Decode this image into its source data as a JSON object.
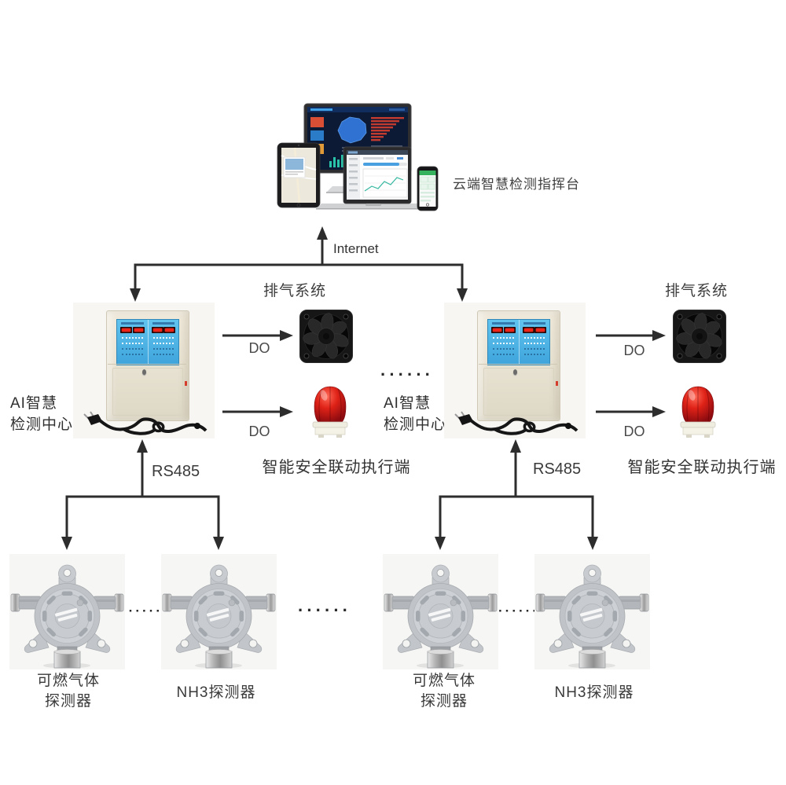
{
  "cloud_platform": {
    "label": "云端智慧检测指挥台"
  },
  "network": {
    "label": "Internet"
  },
  "ellipsis": {
    "top": "······",
    "bottom_left": "······",
    "bottom_middle": "······"
  },
  "left_station": {
    "controller_label": {
      "line1": "AI智慧",
      "line2": "检测中心"
    },
    "exhaust": {
      "system_label": "排气系统",
      "do_label": "DO"
    },
    "beacon": {
      "do_label": "DO"
    },
    "actuator_label": "智能安全联动执行端",
    "bus_label": "RS485",
    "detector_combustible": {
      "line1": "可燃气体",
      "line2": "探测器"
    },
    "detector_nh3": {
      "label": "NH3探测器"
    }
  },
  "right_station": {
    "controller_label": {
      "line1": "AI智慧",
      "line2": "检测中心"
    },
    "exhaust": {
      "system_label": "排气系统",
      "do_label": "DO"
    },
    "beacon": {
      "do_label": "DO"
    },
    "actuator_label": "智能安全联动执行端",
    "bus_label": "RS485",
    "detector_combustible": {
      "line1": "可燃气体",
      "line2": "探测器"
    },
    "detector_nh3": {
      "label": "NH3探测器"
    }
  },
  "colors": {
    "line": "#2d2d2d",
    "panel_screen_blue": "#4cb4e4",
    "led_red": "#ef2318",
    "beacon_red": "#c8151d"
  }
}
